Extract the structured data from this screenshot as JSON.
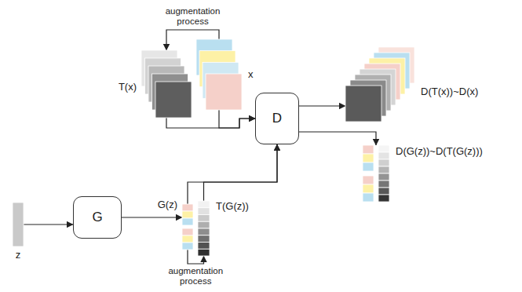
{
  "diagram": {
    "nodes": [
      {
        "text": [
          "z"
        ]
      },
      {
        "text": [
          "G"
        ]
      },
      {
        "text": [
          "G(z)"
        ]
      },
      {
        "text": [
          "T(G(z))"
        ]
      },
      {
        "text": [
          "T(x)"
        ]
      },
      {
        "text": [
          "x"
        ]
      },
      {
        "text": [
          "D"
        ]
      },
      {
        "text": [
          "D(T(x))~D(x)"
        ]
      },
      {
        "text": [
          "D(G(z))~D(T(G(z)))"
        ]
      }
    ],
    "edges": [
      {
        "from": 0,
        "to": 1,
        "arrow": "to"
      },
      {
        "from": 1,
        "to": 2,
        "arrow": "to"
      },
      {
        "from": 5,
        "to": 4,
        "label": "augmentation process",
        "arrow": "to"
      },
      {
        "from": 2,
        "to": 3,
        "label": "augmentation process",
        "arrow": "to"
      },
      {
        "from": 4,
        "to": 6,
        "arrow": "to"
      },
      {
        "from": 5,
        "to": 6,
        "arrow": "to"
      },
      {
        "from": 2,
        "to": 6,
        "arrow": "to"
      },
      {
        "from": 3,
        "to": 6,
        "arrow": "to"
      },
      {
        "from": 6,
        "to": 7,
        "arrow": "to"
      },
      {
        "from": 6,
        "to": 8,
        "arrow": "to"
      }
    ]
  }
}
